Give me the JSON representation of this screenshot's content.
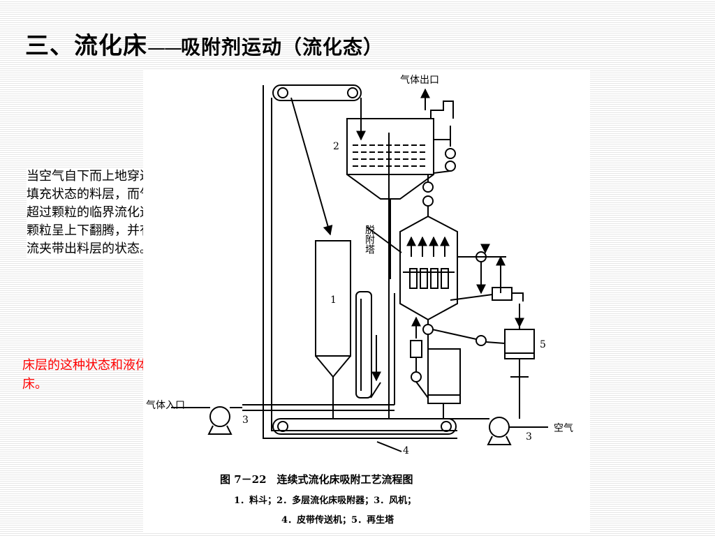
{
  "slide": {
    "title_main": "三、流化床",
    "title_dash": "——",
    "title_sub": "吸附剂运动（流化态）",
    "description": "当空气自下而上地穿过固体颗粒随意填充状态的料层，而气流速度达到或超过颗粒的临界流化速度时，料层中颗粒呈上下翻腾，并有部分颗粒被气流夹带出料层的状态。",
    "note": "床层的这种状态和液体相似称为流化床。"
  },
  "diagram": {
    "labels": {
      "gas_outlet": "气体出口",
      "gas_inlet": "气体入口",
      "air": "空气",
      "desorption_tower": "脱附塔",
      "num_1": "1",
      "num_2": "2",
      "num_3_left": "3",
      "num_3_right": "3",
      "num_4": "4",
      "num_5": "5"
    },
    "caption": {
      "title": "图 7－22　连续式流化床吸附工艺流程图",
      "legend_line1": "1．料斗；2．多层流化床吸附器；3．风机；",
      "legend_line2": "4．皮带传送机；5．再生塔"
    }
  }
}
